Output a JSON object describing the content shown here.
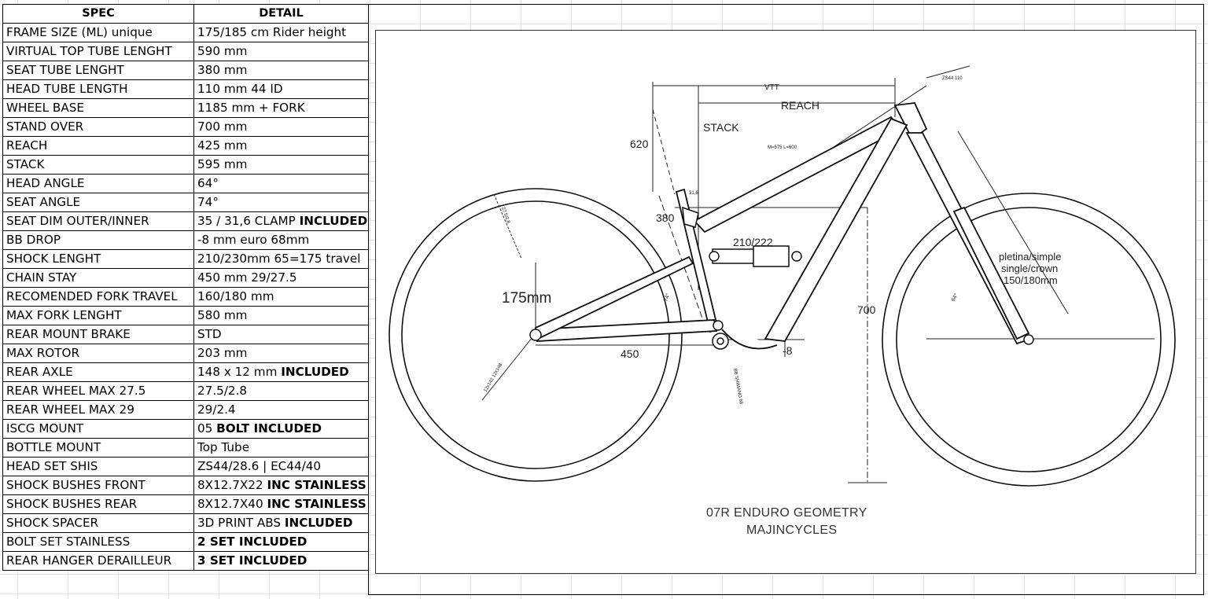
{
  "table": {
    "headers": [
      "SPEC",
      "DETAIL"
    ],
    "rows": [
      {
        "spec": "FRAME SIZE  (ML) unique",
        "detail": "175/185 cm Rider height",
        "bold": ""
      },
      {
        "spec": "VIRTUAL TOP TUBE LENGHT",
        "detail": "590 mm",
        "bold": ""
      },
      {
        "spec": "SEAT TUBE LENGHT",
        "detail": "380 mm",
        "bold": ""
      },
      {
        "spec": "HEAD TUBE LENGTH",
        "detail": "110 mm 44 ID",
        "bold": ""
      },
      {
        "spec": "WHEEL BASE",
        "detail": "1185 mm + FORK",
        "bold": ""
      },
      {
        "spec": "STAND OVER",
        "detail": "700 mm",
        "bold": ""
      },
      {
        "spec": "REACH",
        "detail": "425 mm",
        "bold": ""
      },
      {
        "spec": "STACK",
        "detail": "595 mm",
        "bold": ""
      },
      {
        "spec": "HEAD ANGLE",
        "detail": "64°",
        "bold": ""
      },
      {
        "spec": "SEAT ANGLE",
        "detail": "74°",
        "bold": ""
      },
      {
        "spec": "SEAT DIM OUTER/INNER",
        "detail": "35 / 31,6 CLAMP ",
        "bold": "INCLUDED"
      },
      {
        "spec": "BB DROP",
        "detail": "-8 mm euro 68mm",
        "bold": ""
      },
      {
        "spec": "SHOCK LENGHT",
        "detail": "210/230mm 65=175 travel",
        "bold": ""
      },
      {
        "spec": "CHAIN STAY",
        "detail": "450 mm 29/27.5",
        "bold": ""
      },
      {
        "spec": "RECOMENDED FORK TRAVEL",
        "detail": "160/180 mm",
        "bold": ""
      },
      {
        "spec": "MAX FORK LENGHT",
        "detail": "580 mm",
        "bold": ""
      },
      {
        "spec": "REAR MOUNT BRAKE",
        "detail": "STD",
        "bold": ""
      },
      {
        "spec": "MAX ROTOR",
        "detail": "203 mm",
        "bold": ""
      },
      {
        "spec": "REAR AXLE",
        "detail": "148 x 12 mm ",
        "bold": "INCLUDED"
      },
      {
        "spec": "REAR WHEEL MAX 27.5",
        "detail": "27.5/2.8",
        "bold": ""
      },
      {
        "spec": "REAR WHEEL MAX 29",
        "detail": "29/2.4",
        "bold": ""
      },
      {
        "spec": "ISCG MOUNT",
        "detail": "05 ",
        "bold": "BOLT INCLUDED"
      },
      {
        "spec": "BOTTLE MOUNT",
        "detail": "Top Tube",
        "bold": ""
      },
      {
        "spec": "HEAD SET SHIS",
        "detail": "ZS44/28.6 | EC44/40",
        "bold": ""
      },
      {
        "spec": "SHOCK BUSHES FRONT",
        "detail": "8X12.7X22 ",
        "bold": "INC STAINLESS"
      },
      {
        "spec": "SHOCK BUSHES REAR",
        "detail": "8X12.7X40 ",
        "bold": "INC STAINLESS"
      },
      {
        "spec": "SHOCK SPACER",
        "detail": "3D PRINT ABS ",
        "bold": "INCLUDED"
      },
      {
        "spec": "BOLT SET STAINLESS",
        "detail": "",
        "bold": "2 SET INCLUDED"
      },
      {
        "spec": "REAR HANGER DERAILLEUR",
        "detail": "",
        "bold": "3 SET INCLUDED"
      }
    ]
  },
  "drawing": {
    "labels": {
      "vtt": "VTT",
      "reach": "REACH",
      "stack": "STACK",
      "dim_620": "620",
      "dim_380": "380",
      "dim_175": "175mm",
      "dim_450": "450",
      "dim_700": "700",
      "dim_bb": "-8",
      "shock": "210/222",
      "fork": "pletina/simple",
      "fork2": "single/crown",
      "fork3": "150/180mm",
      "small_headset": "ZS44 110",
      "small_tt": "M=575 L=600",
      "small_axle": "12x142 12x148",
      "small_bb": "BB SHIMANO 68",
      "small_wheel": "27.5/2.8",
      "small_seat": "31,6",
      "angle_74": "74°",
      "angle_64": "64°"
    },
    "caption_line1": "07R  ENDURO GEOMETRY",
    "caption_line2": "MAJINCYCLES"
  }
}
